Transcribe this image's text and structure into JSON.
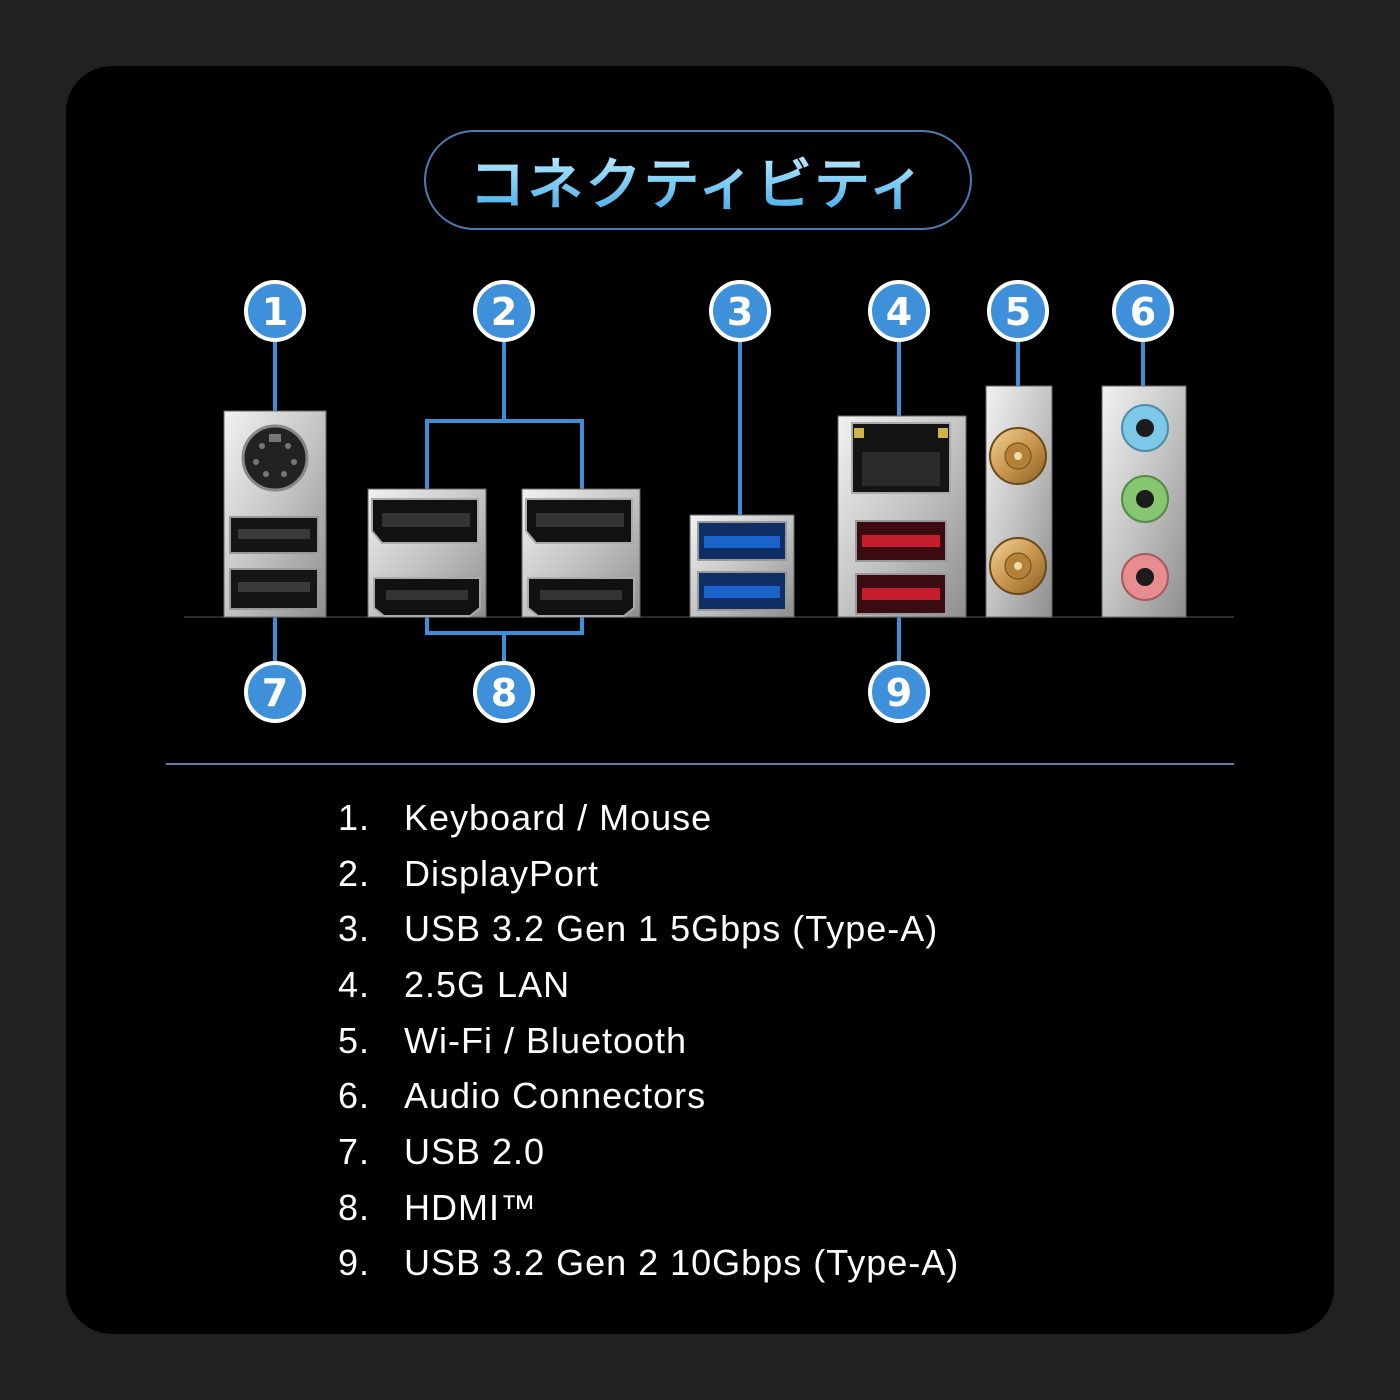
{
  "title": "コネクティビティ",
  "colors": {
    "badge": "#3e90da",
    "leader": "#3e8fd9",
    "usb3_gen1": "#1a63c8",
    "usb3_gen2": "#c41e2c",
    "audio_blue": "#7ec8ea",
    "audio_green": "#86c671",
    "audio_pink": "#e88d8f"
  },
  "badges": {
    "b1": "1",
    "b2": "2",
    "b3": "3",
    "b4": "4",
    "b5": "5",
    "b6": "6",
    "b7": "7",
    "b8": "8",
    "b9": "9"
  },
  "legend": [
    {
      "num": "1.",
      "label": "Keyboard / Mouse"
    },
    {
      "num": "2.",
      "label": "DisplayPort"
    },
    {
      "num": "3.",
      "label": "USB 3.2 Gen 1 5Gbps (Type-A)"
    },
    {
      "num": "4.",
      "label": "2.5G LAN"
    },
    {
      "num": "5.",
      "label": "Wi-Fi / Bluetooth"
    },
    {
      "num": "6.",
      "label": "Audio Connectors"
    },
    {
      "num": "7.",
      "label": "USB 2.0"
    },
    {
      "num": "8.",
      "label": "HDMI™"
    },
    {
      "num": "9.",
      "label": "USB 3.2 Gen 2 10Gbps (Type-A)"
    }
  ]
}
